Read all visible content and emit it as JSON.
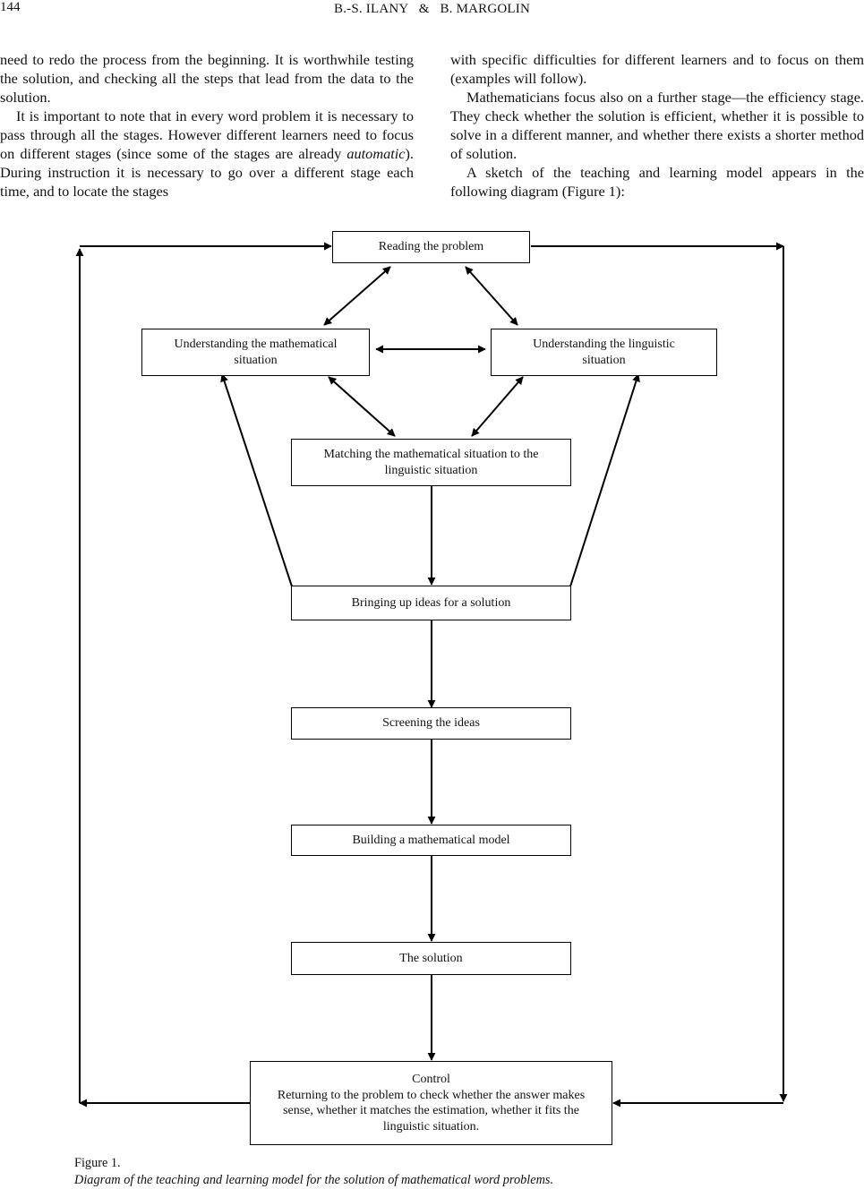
{
  "header": {
    "page_number": "144",
    "running_head": "B.-S. ILANY   &   B. MARGOLIN"
  },
  "body_text": {
    "left_column": [
      "need to redo the process from the beginning. It is worthwhile testing the solution, and checking all the steps that lead from the data to the solution.",
      "It is important to note that in every word problem it is necessary to pass through all the stages. However different learners need to focus on different stages (since some of the stages are already automatic). During instruction it is necessary to go over a different stage each time, and to locate the stages"
    ],
    "right_column": [
      "with specific difficulties for different learners and to focus on them (examples will follow).",
      "Mathematicians focus also on a further stage—the efficiency stage. They check whether the solution is efficient, whether it is possible to solve in a different manner, and whether there exists a shorter method of solution.",
      "A sketch of the teaching and learning model appears in the following diagram (Figure 1):"
    ],
    "left_p2_parts": {
      "before": "It is important to note that in every word problem it is necessary to pass through all the stages. However different learners need to focus on different stages (since some of the stages are already ",
      "emphasis": "automatic",
      "after": "). During instruction it is necessary to go over a different stage each time, and to locate the stages"
    }
  },
  "diagram": {
    "nodes": {
      "reading": "Reading the problem",
      "math_situation": "Understanding the mathematical situation",
      "ling_situation": "Understanding the linguistic situation",
      "matching": "Matching the mathematical situation to the linguistic situation",
      "ideas": "Bringing up ideas for a solution",
      "screening": "Screening the ideas",
      "model": "Building a mathematical model",
      "solution": "The solution",
      "control_title": "Control",
      "control_text": "Returning to the problem to check whether the answer makes sense, whether it matches the estimation, whether it fits the linguistic situation."
    },
    "edges": [
      {
        "from": "reading",
        "to": "math_situation",
        "type": "bidirectional"
      },
      {
        "from": "reading",
        "to": "ling_situation",
        "type": "bidirectional"
      },
      {
        "from": "math_situation",
        "to": "ling_situation",
        "type": "bidirectional"
      },
      {
        "from": "math_situation",
        "to": "matching",
        "type": "bidirectional"
      },
      {
        "from": "ling_situation",
        "to": "matching",
        "type": "bidirectional"
      },
      {
        "from": "matching",
        "to": "ideas",
        "type": "directed"
      },
      {
        "from": "ideas",
        "to": "math_situation",
        "type": "directed"
      },
      {
        "from": "ideas",
        "to": "ling_situation",
        "type": "directed"
      },
      {
        "from": "ideas",
        "to": "screening",
        "type": "directed"
      },
      {
        "from": "screening",
        "to": "model",
        "type": "directed"
      },
      {
        "from": "model",
        "to": "solution",
        "type": "directed"
      },
      {
        "from": "solution",
        "to": "control",
        "type": "directed"
      },
      {
        "from": "control",
        "to": "reading",
        "type": "directed",
        "route": "left loop"
      },
      {
        "from": "reading",
        "to": "control",
        "type": "directed",
        "route": "right loop"
      }
    ]
  },
  "caption": {
    "label": "Figure 1.",
    "title": "Diagram of the teaching and learning model for the solution of mathematical word problems."
  }
}
